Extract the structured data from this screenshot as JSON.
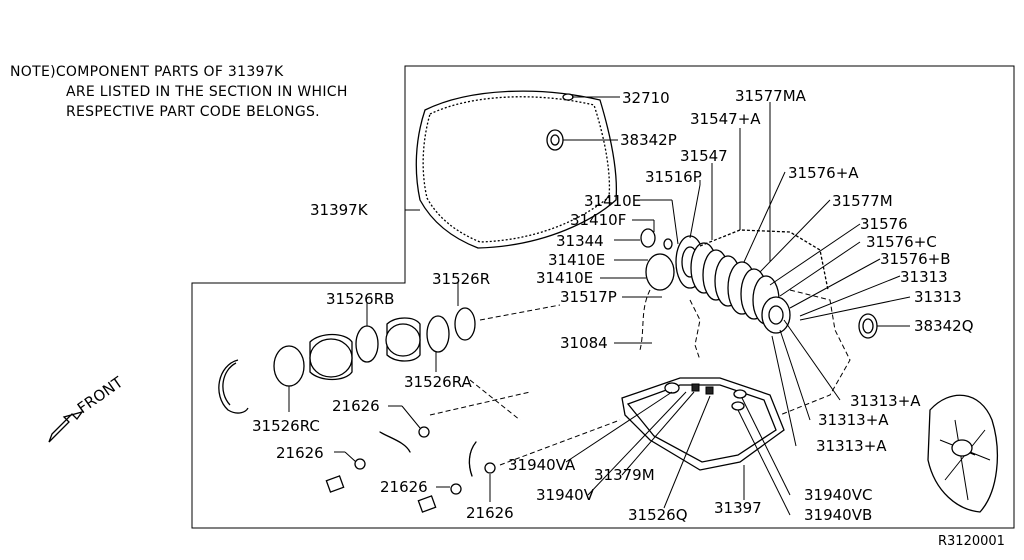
{
  "note": {
    "line1": "NOTE)COMPONENT PARTS OF  31397K",
    "line2": "ARE LISTED IN THE SECTION IN WHICH",
    "line3": "RESPECTIVE PART CODE BELONGS."
  },
  "front_label": "FRONT",
  "reference_code": "R3120001",
  "parts": {
    "p32710": "32710",
    "p31577MA": "31577MA",
    "p31547A": "31547+A",
    "p38342P": "38342P",
    "p31547": "31547",
    "p31576A": "31576+A",
    "p31516P": "31516P",
    "p31397K": "31397K",
    "p31410E_1": "31410E",
    "p31577M": "31577M",
    "p31410F": "31410F",
    "p31576": "31576",
    "p31344": "31344",
    "p31576C": "31576+C",
    "p31410E_2": "31410E",
    "p31576B": "31576+B",
    "p31526R": "31526R",
    "p31410E_3": "31410E",
    "p31313_1": "31313",
    "p31526RB": "31526RB",
    "p31517P": "31517P",
    "p31313_2": "31313",
    "p38342Q": "38342Q",
    "p31084": "31084",
    "p31526RA": "31526RA",
    "p31313A_1": "31313+A",
    "p21626_1": "21626",
    "p31313A_2": "31313+A",
    "p31526RC": "31526RC",
    "p31313A_3": "31313+A",
    "p21626_2": "21626",
    "p31940VA": "31940VA",
    "p31379M": "31379M",
    "p21626_3": "21626",
    "p31940V": "31940V",
    "p31940VC": "31940VC",
    "p31397": "31397",
    "p21626_4": "21626",
    "p31526Q": "31526Q",
    "p31940VB": "31940VB"
  }
}
